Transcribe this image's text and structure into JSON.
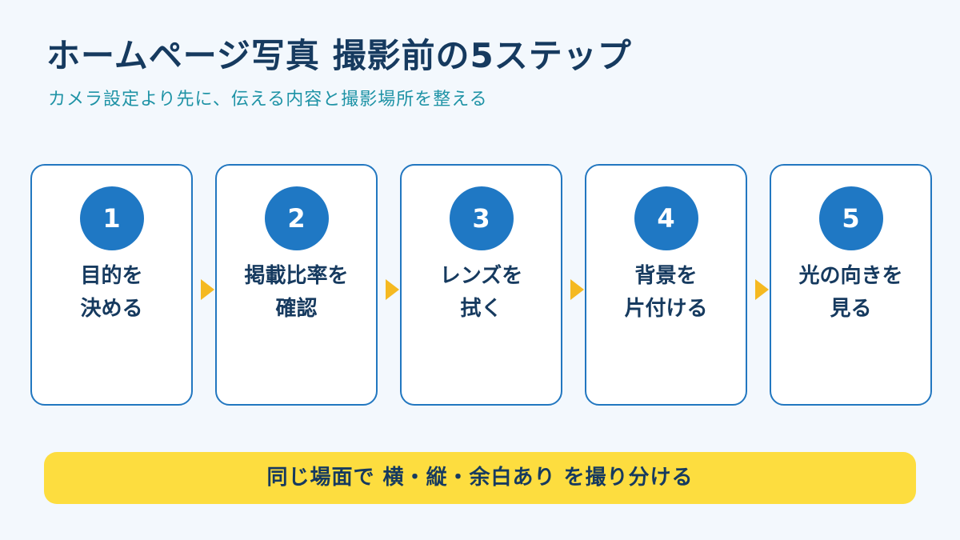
{
  "header": {
    "title": "ホームページ写真 撮影前の5ステップ",
    "subtitle": "カメラ設定より先に、伝える内容と撮影場所を整える"
  },
  "steps": [
    {
      "number": "1",
      "line1": "目的を",
      "line2": "決める"
    },
    {
      "number": "2",
      "line1": "掲載比率を",
      "line2": "確認"
    },
    {
      "number": "3",
      "line1": "レンズを",
      "line2": "拭く"
    },
    {
      "number": "4",
      "line1": "背景を",
      "line2": "片付ける"
    },
    {
      "number": "5",
      "line1": "光の向きを",
      "line2": "見る"
    }
  ],
  "banner": {
    "text": "同じ場面で 横・縦・余白あり を撮り分ける"
  },
  "colors": {
    "background": "#f3f8fd",
    "title": "#163a5f",
    "subtitle": "#1f93a6",
    "card_border": "#2277c0",
    "number_circle": "#1f78c4",
    "arrow": "#f5b921",
    "banner": "#fddd3f"
  },
  "icons": {
    "connector": "triangle-right-icon"
  }
}
